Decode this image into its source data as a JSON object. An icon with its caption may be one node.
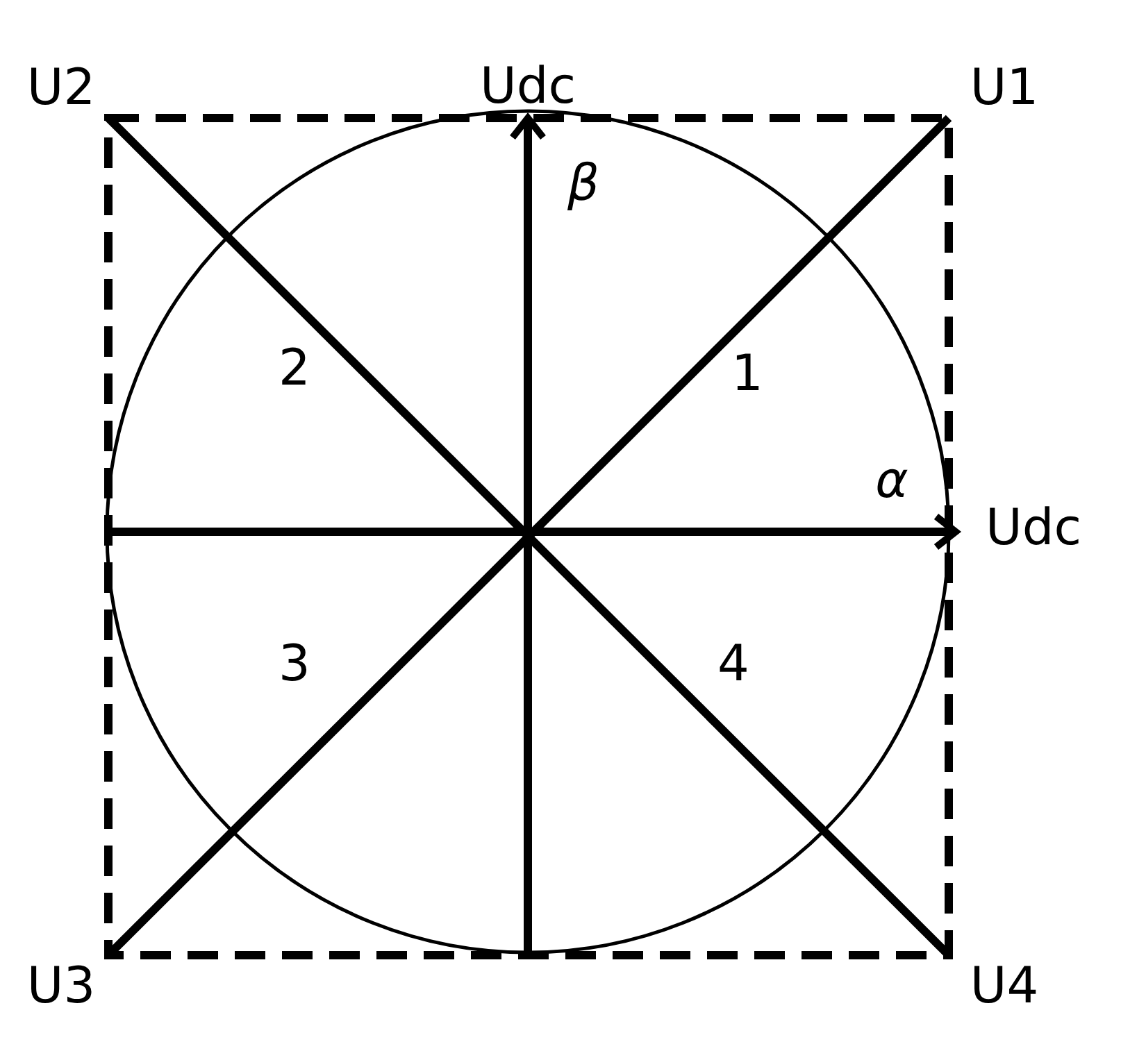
{
  "diagram": {
    "nodes": [
      {
        "text": [
          "U1"
        ]
      },
      {
        "text": [
          "U2"
        ]
      },
      {
        "text": [
          "U3"
        ]
      },
      {
        "text": [
          "U4"
        ]
      },
      {
        "text": [
          "Udc"
        ]
      },
      {
        "text": [
          "Udc"
        ]
      }
    ],
    "edges": [
      {
        "from": 0,
        "to": 2,
        "arrow": "none"
      },
      {
        "from": 1,
        "to": 3,
        "arrow": "none"
      },
      {
        "from": null,
        "to": 4,
        "arrow": "to"
      },
      {
        "from": null,
        "to": 5,
        "arrow": "to"
      }
    ],
    "labels": [
      "β",
      "2",
      "1",
      "α",
      "3",
      "4"
    ]
  }
}
